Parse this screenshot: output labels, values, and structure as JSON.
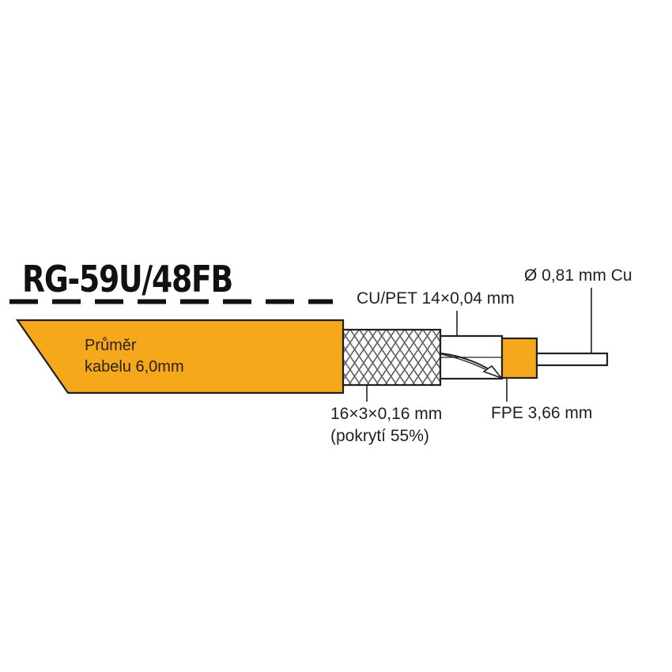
{
  "diagram": {
    "title": "RG-59U/48FB",
    "jacket_text_line1": "Průměr",
    "jacket_text_line2": "kabelu 6,0mm",
    "labels": {
      "foil": "CU/PET 14×0,04 mm",
      "center_conductor": "Ø 0,81 mm Cu",
      "braid_line1": "16×3×0,16 mm",
      "braid_line2": "(pokrytí 55%)",
      "dielectric": "FPE 3,66 mm"
    },
    "colors": {
      "jacket": "#F5A81C",
      "dielectric": "#F5A81C",
      "outline": "#231f20",
      "text": "#231f20",
      "background": "#ffffff"
    }
  }
}
